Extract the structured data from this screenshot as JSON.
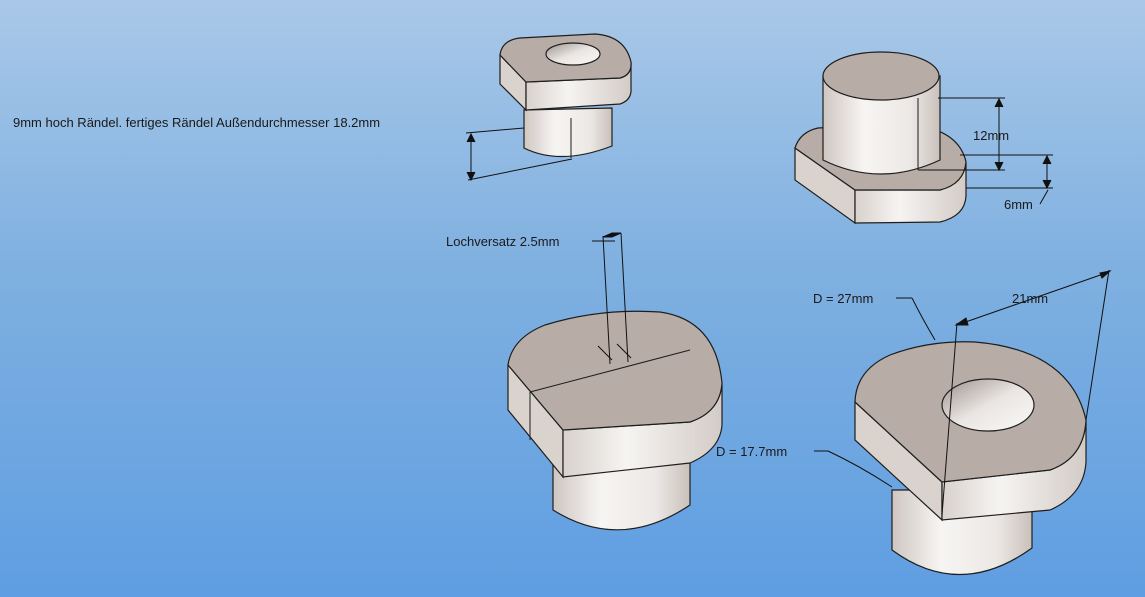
{
  "labels": {
    "knurl_height": "9mm hoch Rändel. fertiges Rändel Außendurchmesser 18.2mm",
    "height_12": "12mm",
    "height_6": "6mm",
    "hole_offset": "Lochversatz 2.5mm",
    "diameter_27": "D = 27mm",
    "width_21": "21mm",
    "diameter_17_7": "D = 17.7mm"
  },
  "colors": {
    "background_top": "#a9c8e8",
    "background_bottom": "#5f9ee2",
    "part_top_face": "#b7aca6",
    "part_side_face": "#f1eeec",
    "part_edge": "#1e1e1e",
    "dimension_line": "#111111"
  },
  "parts": [
    {
      "name": "small-flanged-bushing-with-hole"
    },
    {
      "name": "flanged-cylinder-side-view"
    },
    {
      "name": "solid-bushing-with-offset-marking"
    },
    {
      "name": "large-flanged-bushing-with-hole"
    }
  ]
}
